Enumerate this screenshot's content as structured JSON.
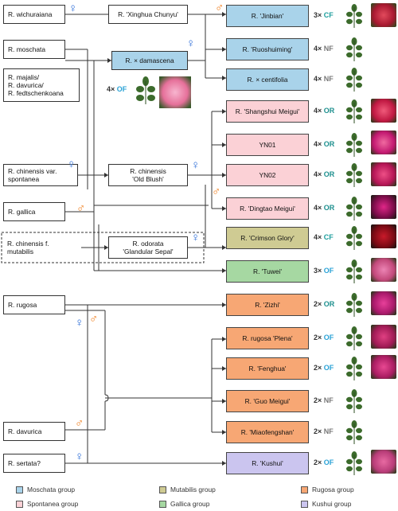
{
  "wild_species": [
    {
      "id": "wichuraiana",
      "label": "R. wichuraiana"
    },
    {
      "id": "moschata",
      "label": "R. moschata"
    },
    {
      "id": "majalis",
      "label": "R. majalis/\nR. davurica/\nR. fedtschenkoana"
    },
    {
      "id": "chinensis_spontanea",
      "label": "R. chinensis var.\nspontanea"
    },
    {
      "id": "gallica",
      "label": "R. gallica"
    },
    {
      "id": "chinensis_mutabilis",
      "label": "R. chinensis f.\nmutabilis"
    },
    {
      "id": "rugosa",
      "label": "R. rugosa"
    },
    {
      "id": "davurica",
      "label": "R. davurica"
    },
    {
      "id": "sertata",
      "label": "R. sertata?"
    }
  ],
  "intermediates": [
    {
      "id": "xinghua",
      "label": "R. 'Xinghua Chunyu'"
    },
    {
      "id": "damascena",
      "label": "R. × damascena",
      "ploidy": "4×",
      "code": "OF"
    },
    {
      "id": "old_blush",
      "label": "R. chinensis\n'Old Blush'"
    },
    {
      "id": "glandular",
      "label": "R. odorata\n'Glandular Sepal'"
    }
  ],
  "cultivars": [
    {
      "label": "R. 'Jinbian'",
      "group": "blue",
      "ploidy": "3×",
      "code": "CF"
    },
    {
      "label": "R. 'Ruoshuiming'",
      "group": "blue",
      "ploidy": "4×",
      "code": "NF"
    },
    {
      "label": "R. × centifolia",
      "group": "blue",
      "ploidy": "4×",
      "code": "NF"
    },
    {
      "label": "R. 'Shangshui Meigui'",
      "group": "pink",
      "ploidy": "4×",
      "code": "OR"
    },
    {
      "label": "YN01",
      "group": "pink",
      "ploidy": "4×",
      "code": "OR"
    },
    {
      "label": "YN02",
      "group": "pink",
      "ploidy": "4×",
      "code": "OR"
    },
    {
      "label": "R. 'Dingtao Meigui'",
      "group": "pink",
      "ploidy": "4×",
      "code": "OR"
    },
    {
      "label": "R. 'Crimson Glory'",
      "group": "olive",
      "ploidy": "4×",
      "code": "CF"
    },
    {
      "label": "R. 'Tuwei'",
      "group": "green",
      "ploidy": "3×",
      "code": "OF"
    },
    {
      "label": "R. 'Zizhi'",
      "group": "orange",
      "ploidy": "2×",
      "code": "OR"
    },
    {
      "label": "R. rugosa 'Plena'",
      "group": "orange",
      "ploidy": "2×",
      "code": "OF"
    },
    {
      "label": "R. 'Fenghua'",
      "group": "orange",
      "ploidy": "2×",
      "code": "OF"
    },
    {
      "label": "R. 'Guo Meigui'",
      "group": "orange",
      "ploidy": "2×",
      "code": "NF"
    },
    {
      "label": "R. 'Miaofengshan'",
      "group": "orange",
      "ploidy": "2×",
      "code": "NF"
    },
    {
      "label": "R. 'Kushui'",
      "group": "lavender",
      "ploidy": "2×",
      "code": "OF"
    }
  ],
  "legend": [
    {
      "label": "Moschata group",
      "color": "#a9d3ea"
    },
    {
      "label": "Mutabilis group",
      "color": "#cfcb93"
    },
    {
      "label": "Rugosa group",
      "color": "#f7a774"
    },
    {
      "label": "Spontanea group",
      "color": "#fbd1d6"
    },
    {
      "label": "Gallica group",
      "color": "#a6d8a2"
    },
    {
      "label": "Kushui group",
      "color": "#cbc5ef"
    }
  ],
  "symbols": {
    "female": "♀",
    "male": "♂"
  }
}
